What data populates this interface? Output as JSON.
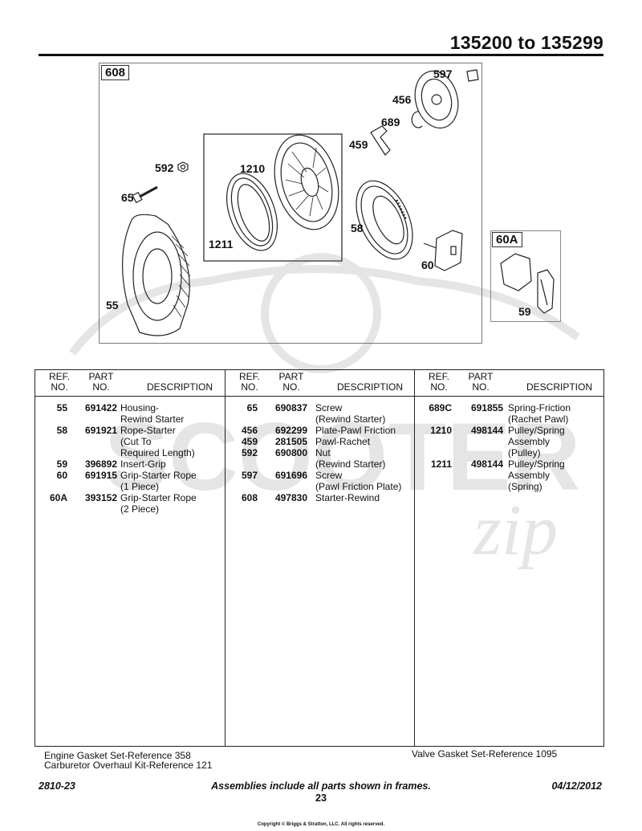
{
  "header": {
    "title": "135200 to 135299"
  },
  "diagram": {
    "frame_tag": "608",
    "sub_tag": "60A",
    "callouts": {
      "c597": "597",
      "c456": "456",
      "c689": "689",
      "c459": "459",
      "c592": "592",
      "c1210": "1210",
      "c65": "65",
      "c58": "58",
      "c1211": "1211",
      "c60": "60",
      "c55": "55",
      "c59": "59"
    }
  },
  "table": {
    "headers": {
      "ref": "REF.\nNO.",
      "part": "PART\nNO.",
      "desc": "DESCRIPTION"
    },
    "columns": [
      [
        {
          "ref": "55",
          "part": "691422",
          "desc": "Housing-\nRewind Starter"
        },
        {
          "ref": "58",
          "part": "691921",
          "desc": "Rope-Starter\n(Cut To\nRequired Length)"
        },
        {
          "ref": "59",
          "part": "396892",
          "desc": "Insert-Grip"
        },
        {
          "ref": "60",
          "part": "691915",
          "desc": "Grip-Starter Rope\n(1 Piece)"
        },
        {
          "ref": "60A",
          "part": "393152",
          "desc": "Grip-Starter Rope\n(2 Piece)"
        }
      ],
      [
        {
          "ref": "65",
          "part": "690837",
          "desc": "Screw\n(Rewind Starter)"
        },
        {
          "ref": "456",
          "part": "692299",
          "desc": "Plate-Pawl Friction"
        },
        {
          "ref": "459",
          "part": "281505",
          "desc": "Pawl-Rachet"
        },
        {
          "ref": "592",
          "part": "690800",
          "desc": "Nut\n(Rewind Starter)"
        },
        {
          "ref": "597",
          "part": "691696",
          "desc": "Screw\n(Pawl Friction Plate)"
        },
        {
          "ref": "608",
          "part": "497830",
          "desc": "Starter-Rewind"
        }
      ],
      [
        {
          "ref": "689C",
          "part": "691855",
          "desc": "Spring-Friction\n(Rachet Pawl)"
        },
        {
          "ref": "1210",
          "part": "498144",
          "desc": "Pulley/Spring\nAssembly\n(Pulley)"
        },
        {
          "ref": "1211",
          "part": "498144",
          "desc": "Pulley/Spring\nAssembly\n(Spring)"
        }
      ]
    ]
  },
  "footer": {
    "note_left_1": "Engine Gasket Set-Reference 358",
    "note_left_2": "Carburetor Overhaul Kit-Reference 121",
    "note_right": "Valve Gasket Set-Reference 1095",
    "doc_id": "2810-23",
    "assemblies_note": "Assemblies include all parts shown in frames.",
    "page_number": "23",
    "date": "04/12/2012",
    "copyright": "Copyright © Briggs & Stratton, LLC. All rights reserved."
  },
  "watermark": {
    "brand": "SCOOTER",
    "script": "zip"
  }
}
